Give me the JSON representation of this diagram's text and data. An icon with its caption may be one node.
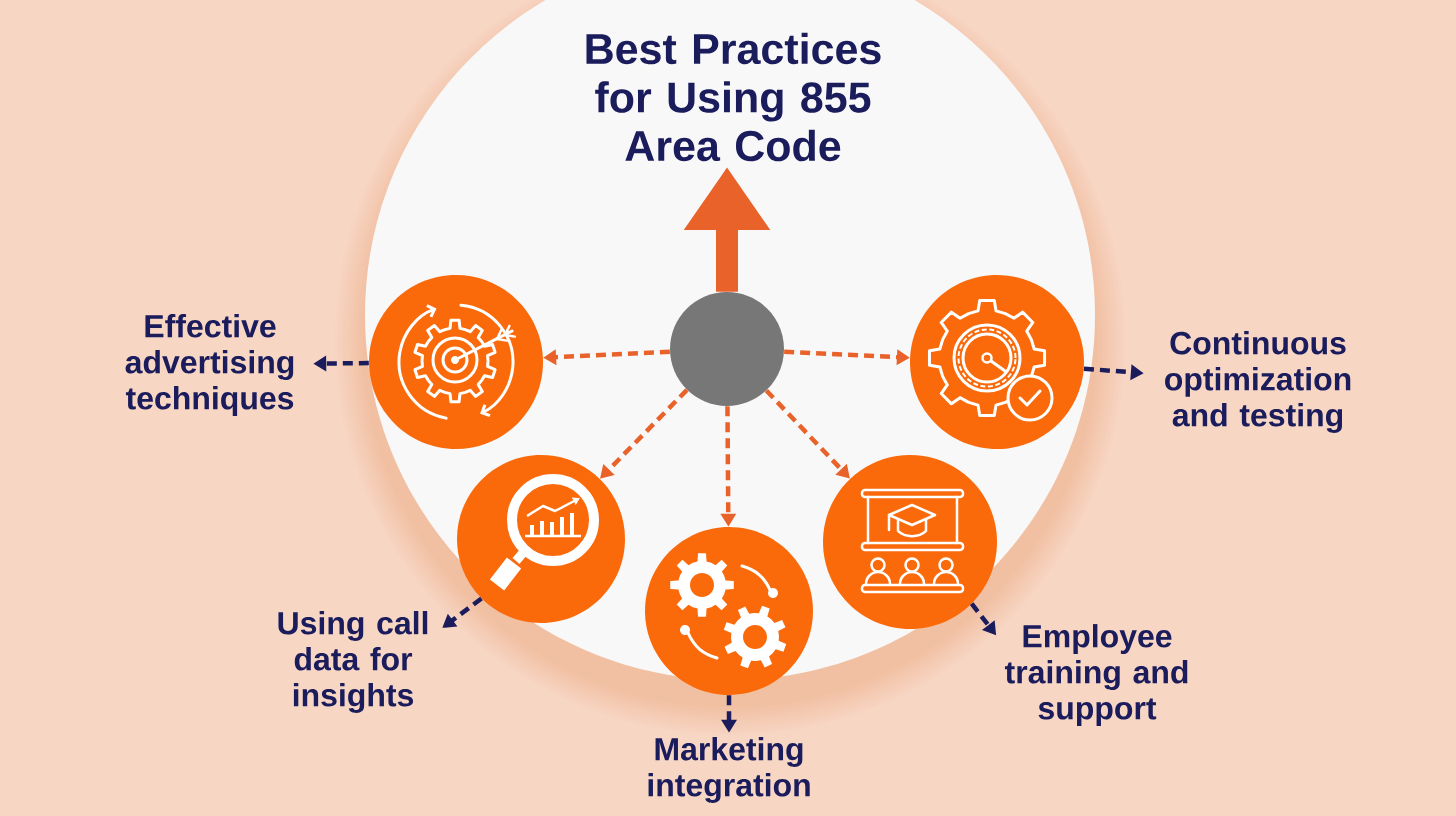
{
  "diagram": {
    "title": "Best Practices for Using 855 Area Code",
    "nodes": [
      {
        "text": [],
        "shape": "circle"
      },
      {
        "text": [],
        "shape": "circle"
      },
      {
        "text": [],
        "shape": "circle"
      },
      {
        "text": [],
        "shape": "circle"
      },
      {
        "text": [],
        "shape": "circle"
      },
      {
        "text": [],
        "shape": "circle"
      },
      {
        "text": [
          "Effective advertising techniques"
        ]
      },
      {
        "text": [
          "Using call data for insights"
        ]
      },
      {
        "text": [
          "Marketing integration"
        ]
      },
      {
        "text": [
          "Employee training and support"
        ]
      },
      {
        "text": [
          "Continuous optimization and testing"
        ]
      }
    ],
    "edges": [
      {
        "from": 0,
        "to": null,
        "arrow": "to",
        "style": "thick"
      },
      {
        "from": 0,
        "to": 1,
        "arrow": "to",
        "style": "dashed"
      },
      {
        "from": 0,
        "to": 2,
        "arrow": "to",
        "style": "dashed"
      },
      {
        "from": 0,
        "to": 3,
        "arrow": "to",
        "style": "dashed"
      },
      {
        "from": 0,
        "to": 4,
        "arrow": "to",
        "style": "dashed"
      },
      {
        "from": 0,
        "to": 5,
        "arrow": "to",
        "style": "dashed"
      },
      {
        "from": 1,
        "to": 6,
        "arrow": "to",
        "style": "dashed",
        "color": "#1b1c5c"
      },
      {
        "from": 2,
        "to": 7,
        "arrow": "to",
        "style": "dashed",
        "color": "#1b1c5c"
      },
      {
        "from": 3,
        "to": 8,
        "arrow": "to",
        "style": "dashed",
        "color": "#1b1c5c"
      },
      {
        "from": 4,
        "to": 9,
        "arrow": "to",
        "style": "dashed",
        "color": "#1b1c5c"
      },
      {
        "from": 5,
        "to": 10,
        "arrow": "to",
        "style": "dashed",
        "color": "#1b1c5c"
      }
    ]
  }
}
